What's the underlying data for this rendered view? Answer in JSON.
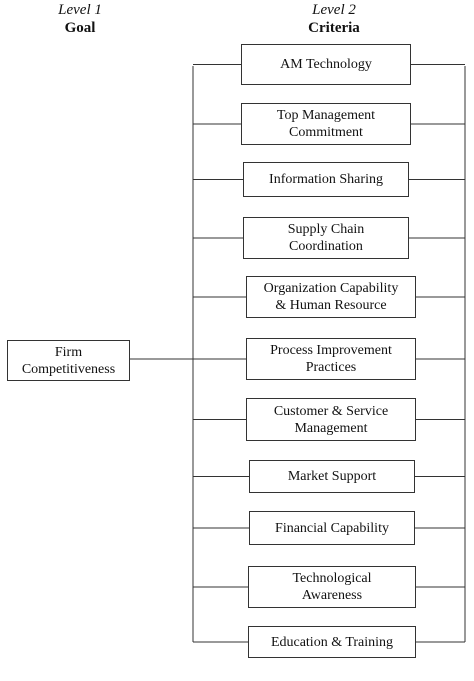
{
  "header": {
    "level1": "Level 1",
    "goal": "Goal",
    "level2": "Level 2",
    "criteria": "Criteria"
  },
  "goal_node": {
    "label": "Firm\nCompetitiveness"
  },
  "criteria": [
    {
      "label": "AM Technology"
    },
    {
      "label": "Top Management\nCommitment"
    },
    {
      "label": "Information Sharing"
    },
    {
      "label": "Supply Chain\nCoordination"
    },
    {
      "label": "Organization Capability\n& Human Resource"
    },
    {
      "label": "Process Improvement\nPractices"
    },
    {
      "label": "Customer & Service\nManagement"
    },
    {
      "label": "Market Support"
    },
    {
      "label": "Financial Capability"
    },
    {
      "label": "Technological\nAwareness"
    },
    {
      "label": "Education & Training"
    }
  ],
  "colors": {
    "line": "#333333",
    "box_border": "#333333",
    "text": "#111111"
  }
}
